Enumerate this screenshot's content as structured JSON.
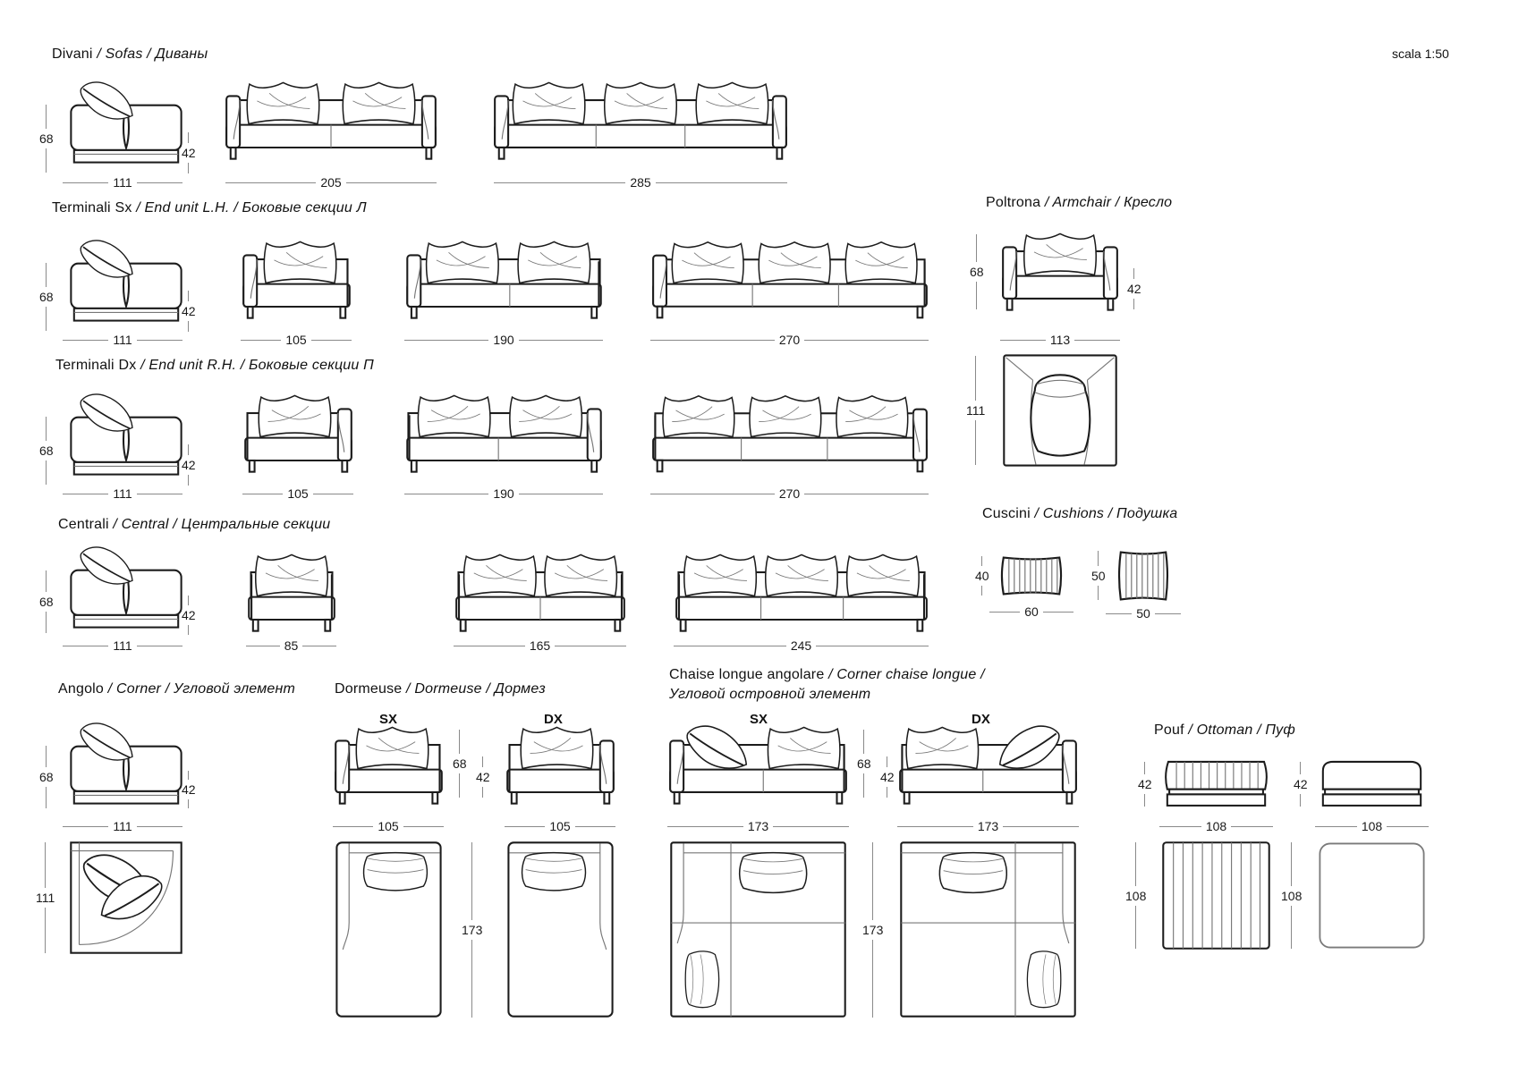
{
  "scale_note": "scala 1:50",
  "sections": {
    "divani": {
      "title_it": "Divani",
      "title_en": " / Sofas",
      "title_ru": " / Диваны",
      "side_height": "68",
      "seat_height": "42",
      "side_depth": "111",
      "sofa_2_width": "205",
      "sofa_3_width": "285"
    },
    "terminali_sx": {
      "title_it": "Terminali Sx",
      "title_en": " / End unit L.H.",
      "title_ru": " / Боковые секции Л",
      "side_height": "68",
      "seat_height": "42",
      "side_depth": "111",
      "unit_1_width": "105",
      "unit_2_width": "190",
      "unit_3_width": "270"
    },
    "terminali_dx": {
      "title_it": "Terminali Dx",
      "title_en": " / End unit R.H.",
      "title_ru": " / Боковые секции П",
      "side_height": "68",
      "seat_height": "42",
      "side_depth": "111",
      "unit_1_width": "105",
      "unit_2_width": "190",
      "unit_3_width": "270"
    },
    "centrali": {
      "title_it": "Centrali",
      "title_en": " / Central",
      "title_ru": " / Центральные секции",
      "side_height": "68",
      "seat_height": "42",
      "side_depth": "111",
      "unit_1_width": "85",
      "unit_2_width": "165",
      "unit_3_width": "245"
    },
    "poltrona": {
      "title_it": "Poltrona",
      "title_en": " / Armchair",
      "title_ru": " / Кресло",
      "height": "68",
      "seat_height": "42",
      "width": "113",
      "depth": "111"
    },
    "cuscini": {
      "title_it": "Cuscini",
      "title_en": " / Cushions",
      "title_ru": " / Подушка",
      "cushion_1_height": "40",
      "cushion_1_width": "60",
      "cushion_2_height": "50",
      "cushion_2_width": "50"
    },
    "angolo": {
      "title_it": "Angolo",
      "title_en": " / Corner",
      "title_ru": " / Угловой элемент",
      "side_height": "68",
      "seat_height": "42",
      "side_depth": "111",
      "top_depth": "111"
    },
    "dormeuse": {
      "title_it": "Dormeuse",
      "title_en": " / Dormeuse",
      "title_ru": " / Дормез",
      "label_sx": "SX",
      "label_dx": "DX",
      "height": "68",
      "seat_height": "42",
      "width": "105",
      "depth": "173"
    },
    "chaise": {
      "title_it": "Chaise longue angolare",
      "title_en": " / Corner chaise longue /",
      "title_ru": "Угловой островной элемент",
      "label_sx": "SX",
      "label_dx": "DX",
      "height": "68",
      "seat_height": "42",
      "width": "173",
      "depth": "173"
    },
    "pouf": {
      "title_it": "Pouf",
      "title_en": " / Ottoman",
      "title_ru": " / Пуф",
      "height": "42",
      "width": "108",
      "top_size": "108"
    }
  }
}
